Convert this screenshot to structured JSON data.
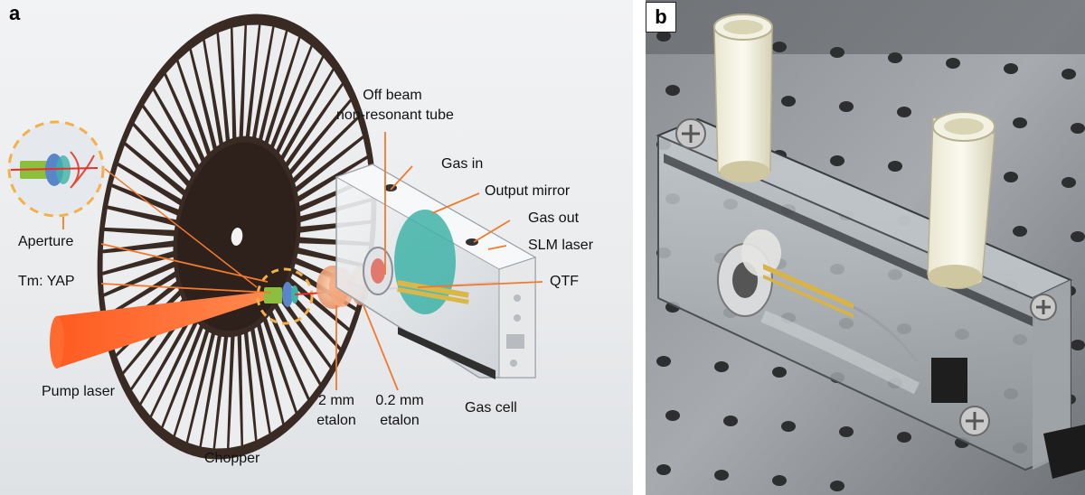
{
  "panel_a": {
    "letter": "a",
    "labels": {
      "off_beam": "Off beam",
      "non_resonant_tube": "non-resonant tube",
      "gas_in": "Gas in",
      "output_mirror": "Output mirror",
      "gas_out": "Gas out",
      "slm_laser": "SLM laser",
      "qtf": "QTF",
      "aperture": "Aperture",
      "tm_yap": "Tm: YAP",
      "pump_laser": "Pump laser",
      "chopper": "Chopper",
      "etalon_2mm_a": "2 mm",
      "etalon_2mm_b": "etalon",
      "etalon_02mm_a": "0.2 mm",
      "etalon_02mm_b": "etalon",
      "gas_cell": "Gas cell"
    }
  },
  "panel_b": {
    "letter": "b"
  },
  "colors": {
    "orange": "#f07a2e",
    "chopper": "#3a2a24",
    "teal": "#3fb3a8",
    "dashed_circle": "#f4b04a"
  }
}
